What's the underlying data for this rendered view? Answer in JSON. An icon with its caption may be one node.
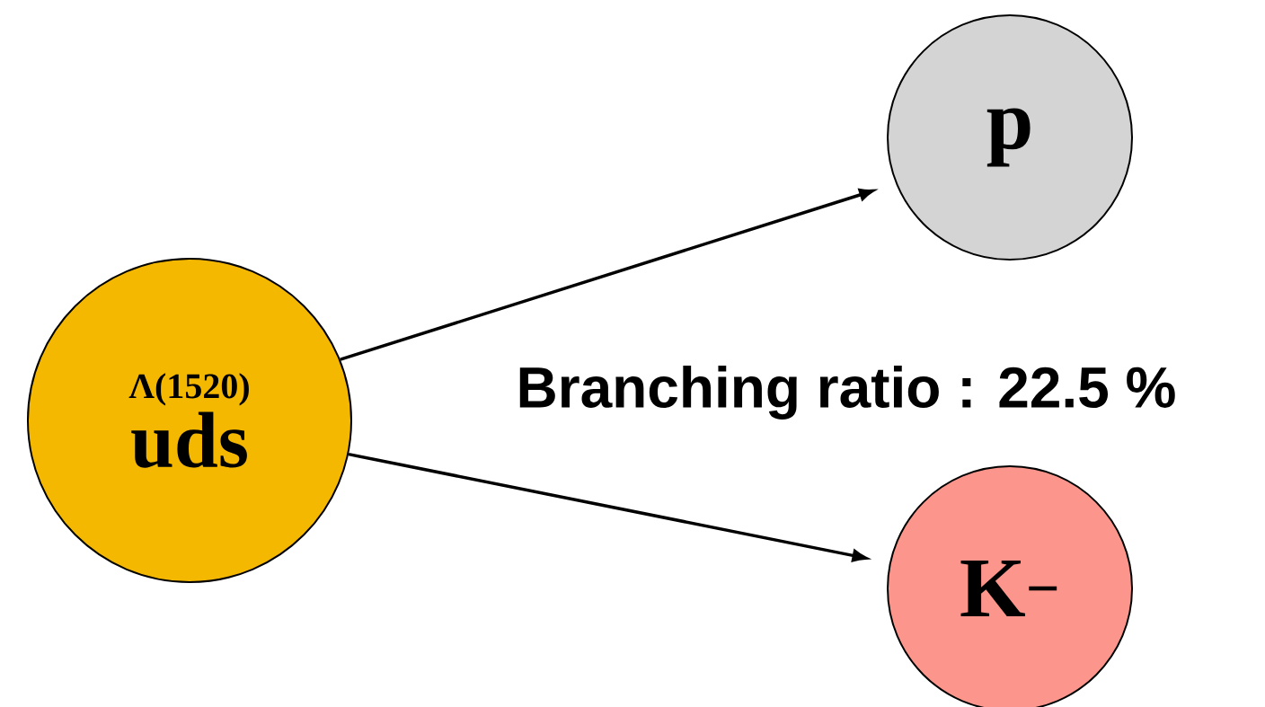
{
  "diagram": {
    "nodes": [
      {
        "text": [
          "Λ(1520)",
          "uds"
        ]
      },
      {
        "text": [
          "p"
        ]
      },
      {
        "text": [
          "K$^{−}$"
        ]
      }
    ],
    "edges": [
      {
        "from": 0,
        "to": 1,
        "arrow": "to"
      },
      {
        "from": 0,
        "to": 2,
        "arrow": "to"
      }
    ],
    "labels": [
      "Branching ratio : 22.5 %"
    ]
  }
}
